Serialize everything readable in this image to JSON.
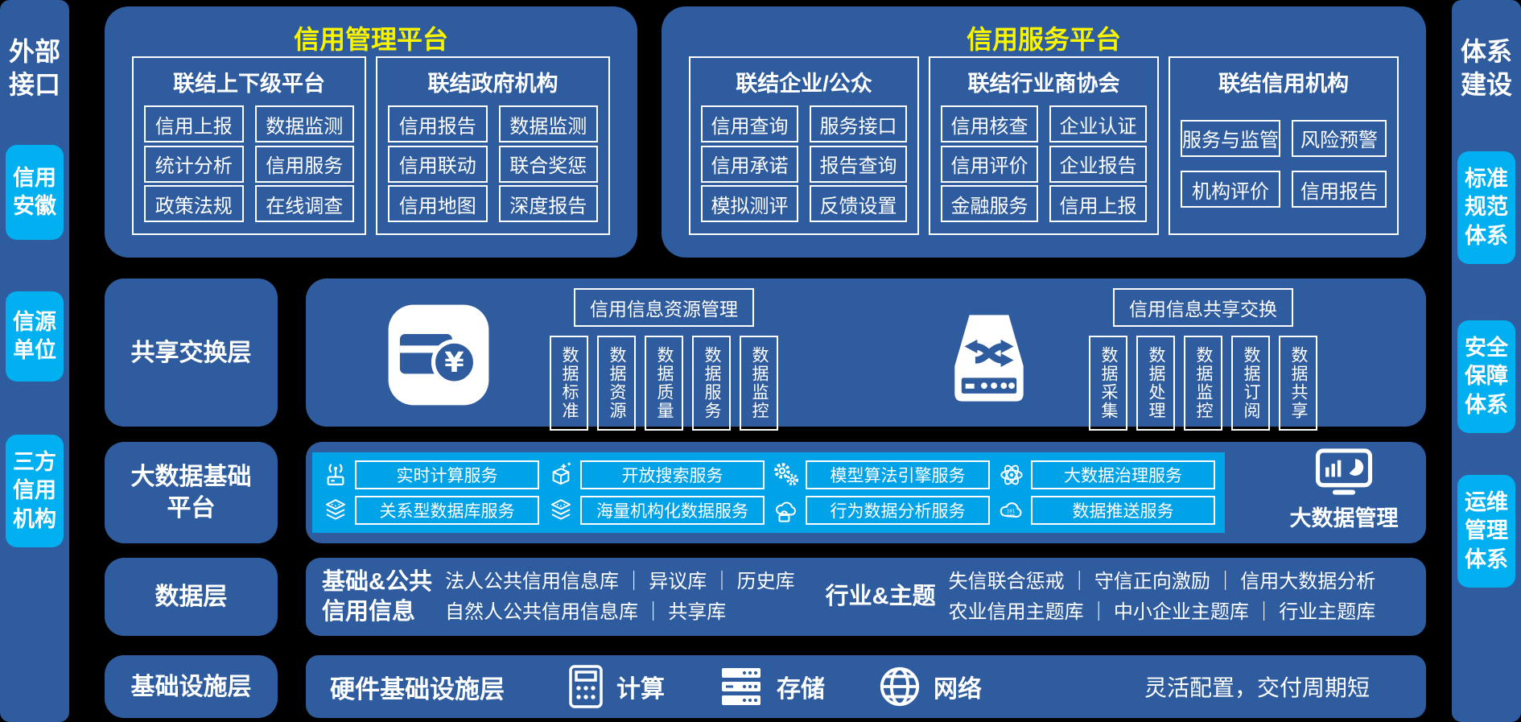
{
  "colors": {
    "background": "#000000",
    "panel_blue": "#2e5c9e",
    "accent_cyan": "#00b0f0",
    "inner_cyan": "#00a2e8",
    "title_yellow": "#f8f400"
  },
  "left_sidebar": {
    "title": "外部\n接口",
    "items": [
      "信用\n安徽",
      "信源\n单位",
      "三方\n信用\n机构"
    ]
  },
  "right_sidebar": {
    "title": "体系\n建设",
    "items": [
      "标准\n规范\n体系",
      "安全\n保障\n体系",
      "运维\n管理\n体系"
    ]
  },
  "platforms": [
    {
      "title": "信用管理平台",
      "groups": [
        {
          "title": "联结上下级平台",
          "cells": [
            "信用上报",
            "数据监测",
            "统计分析",
            "信用服务",
            "政策法规",
            "在线调查"
          ]
        },
        {
          "title": "联结政府机构",
          "cells": [
            "信用报告",
            "数据监测",
            "信用联动",
            "联合奖惩",
            "信用地图",
            "深度报告"
          ]
        }
      ]
    },
    {
      "title": "信用服务平台",
      "groups": [
        {
          "title": "联结企业/公众",
          "cells": [
            "信用查询",
            "服务接口",
            "信用承诺",
            "报告查询",
            "模拟测评",
            "反馈设置"
          ]
        },
        {
          "title": "联结行业商协会",
          "cells": [
            "信用核查",
            "企业认证",
            "信用评价",
            "企业报告",
            "金融服务",
            "信用上报"
          ]
        },
        {
          "title": "联结信用机构",
          "cells": [
            "服务与监管",
            "风险预警",
            "机构评价",
            "信用报告"
          ]
        }
      ]
    }
  ],
  "share_exchange": {
    "label": "共享交换层",
    "groups": [
      {
        "icon": "card-yuan-icon",
        "title": "信用信息资源管理",
        "columns": [
          "数据标准",
          "数据资源",
          "数据质量",
          "数据服务",
          "数据监控"
        ]
      },
      {
        "icon": "switch-route-icon",
        "title": "信用信息共享交换",
        "columns": [
          "数据采集",
          "数据处理",
          "数据监控",
          "数据订阅",
          "数据共享"
        ]
      }
    ]
  },
  "bigdata": {
    "label": "大数据基础\n平台",
    "services": [
      {
        "icon": "realtime-compute-icon",
        "label": "实时计算服务"
      },
      {
        "icon": "open-search-icon",
        "label": "开放搜索服务"
      },
      {
        "icon": "gears-icon",
        "label": "模型算法引擎服务"
      },
      {
        "icon": "atom-icon",
        "label": "大数据治理服务"
      },
      {
        "icon": "layers-icon",
        "label": "关系型数据库服务"
      },
      {
        "icon": "layers-icon",
        "label": "海量机构化数据服务"
      },
      {
        "icon": "cloud-analysis-icon",
        "label": "行为数据分析服务"
      },
      {
        "icon": "cloud-push-icon",
        "label": "数据推送服务"
      }
    ],
    "management": {
      "icon": "monitor-chart-icon",
      "label": "大数据管理"
    }
  },
  "data_layer": {
    "label": "数据层",
    "sections": [
      {
        "title": "基础&公共\n信用信息",
        "lines": [
          "法人公共信用信息库 ｜ 异议库 ｜ 历史库",
          "自然人公共信用信息库 ｜ 共享库"
        ]
      },
      {
        "title": "行业&主题",
        "lines": [
          "失信联合惩戒 ｜ 守信正向激励 ｜ 信用大数据分析",
          "农业信用主题库 ｜ 中小企业主题库 ｜ 行业主题库"
        ]
      }
    ]
  },
  "infra": {
    "label": "基础设施层",
    "title": "硬件基础设施层",
    "items": [
      {
        "icon": "calculator-icon",
        "label": "计算"
      },
      {
        "icon": "server-storage-icon",
        "label": "存储"
      },
      {
        "icon": "globe-icon",
        "label": "网络"
      }
    ],
    "note": "灵活配置，交付周期短"
  }
}
